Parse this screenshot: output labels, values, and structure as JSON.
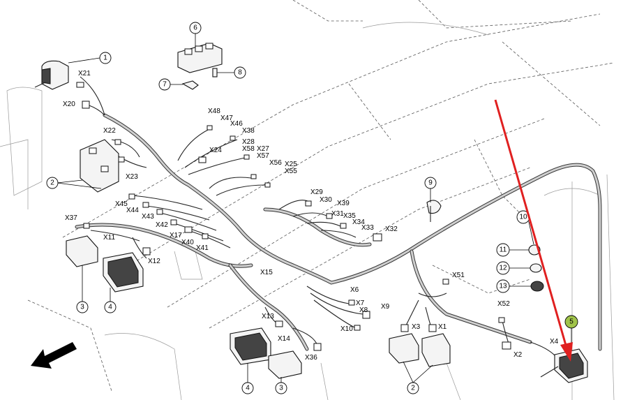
{
  "connectors": [
    "X21",
    "X20",
    "X22",
    "X23",
    "X48",
    "X47",
    "X46",
    "X38",
    "X28",
    "X58",
    "X27",
    "X57",
    "X24",
    "X56",
    "X25",
    "X55",
    "X45",
    "X44",
    "X43",
    "X42",
    "X37",
    "X11",
    "X17",
    "X40",
    "X41",
    "X12",
    "X29",
    "X30",
    "X39",
    "X31",
    "X35",
    "X34",
    "X33",
    "X32",
    "X15",
    "X6",
    "X7",
    "X8",
    "X9",
    "X10",
    "X13",
    "X14",
    "X36",
    "X51",
    "X52",
    "X3",
    "X1",
    "X2",
    "X4"
  ],
  "callouts": [
    "1",
    "2",
    "3",
    "4",
    "5",
    "6",
    "7",
    "8",
    "9",
    "10",
    "11",
    "12",
    "13"
  ],
  "highlight_color": "#a0c34a",
  "arrow_color": "#e02020",
  "direction_arrow_icon": "direction-arrow-icon"
}
